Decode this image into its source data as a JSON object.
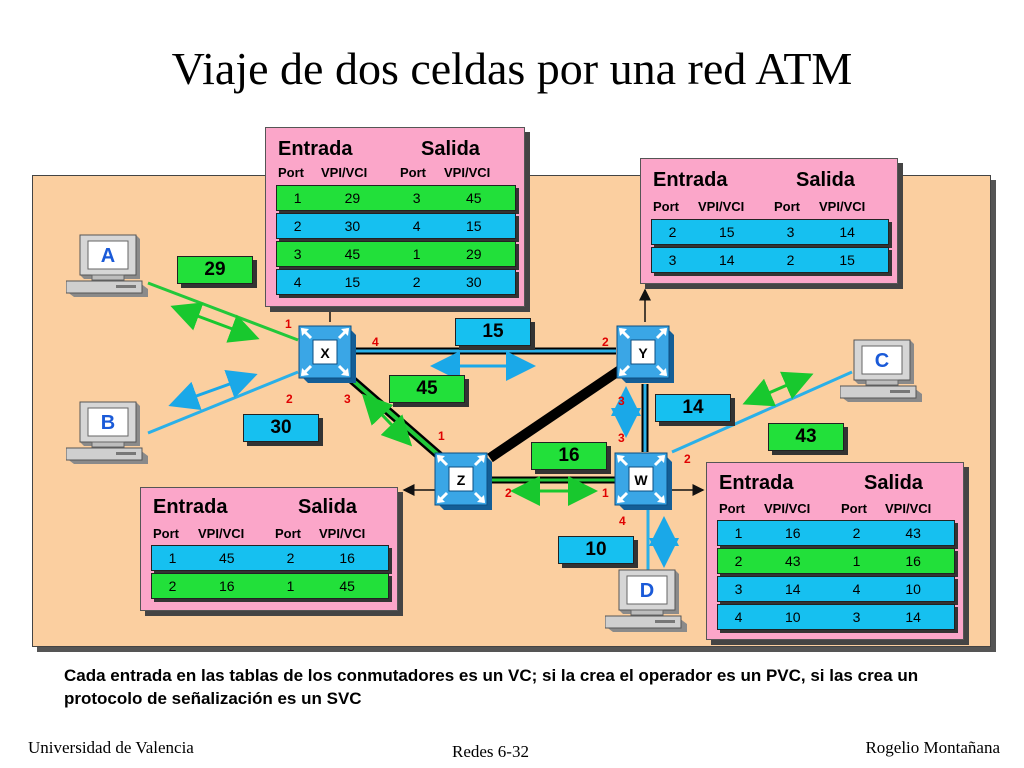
{
  "title": "Viaje de dos celdas por una red ATM",
  "table_headers": {
    "entrada": "Entrada",
    "salida": "Salida",
    "port": "Port",
    "vpivci": "VPI/VCI"
  },
  "tables": {
    "x": [
      [
        "1",
        "29",
        "3",
        "45"
      ],
      [
        "2",
        "30",
        "4",
        "15"
      ],
      [
        "3",
        "45",
        "1",
        "29"
      ],
      [
        "4",
        "15",
        "2",
        "30"
      ]
    ],
    "y": [
      [
        "2",
        "15",
        "3",
        "14"
      ],
      [
        "3",
        "14",
        "2",
        "15"
      ]
    ],
    "z": [
      [
        "1",
        "45",
        "2",
        "16"
      ],
      [
        "2",
        "16",
        "1",
        "45"
      ]
    ],
    "w": [
      [
        "1",
        "16",
        "2",
        "43"
      ],
      [
        "2",
        "43",
        "1",
        "16"
      ],
      [
        "3",
        "14",
        "4",
        "10"
      ],
      [
        "4",
        "10",
        "3",
        "14"
      ]
    ]
  },
  "row_colors": {
    "x": [
      "g",
      "b",
      "g",
      "b"
    ],
    "y": [
      "b",
      "b"
    ],
    "z": [
      "b",
      "g"
    ],
    "w": [
      "b",
      "g",
      "b",
      "b"
    ]
  },
  "switches": {
    "x": "X",
    "y": "Y",
    "z": "Z",
    "w": "W"
  },
  "computers": {
    "a": "A",
    "b": "B",
    "c": "C",
    "d": "D"
  },
  "link_labels": {
    "l29": "29",
    "l30": "30",
    "l15": "15",
    "l45": "45",
    "l14": "14",
    "l16": "16",
    "l43": "43",
    "l10": "10"
  },
  "ports": {
    "x1": "1",
    "x2": "2",
    "x3": "3",
    "x4": "4",
    "y2": "2",
    "y3": "3",
    "z1": "1",
    "z2": "2",
    "w1": "1",
    "w2": "2",
    "w3": "3",
    "w4": "4"
  },
  "note": "Cada entrada en las tablas de los conmutadores es un VC; si la crea el operador es un PVC, si las crea un protocolo de señalización es un SVC",
  "footer": {
    "left": "Universidad de Valencia",
    "center": "Redes 6-32",
    "right": "Rogelio Montañana"
  },
  "colors": {
    "background": "#fbcfa0",
    "table": "#fba6c9",
    "green": "#22e03a",
    "blue": "#16c0f0",
    "port": "#e00000",
    "switch": "#2f9bd8"
  }
}
